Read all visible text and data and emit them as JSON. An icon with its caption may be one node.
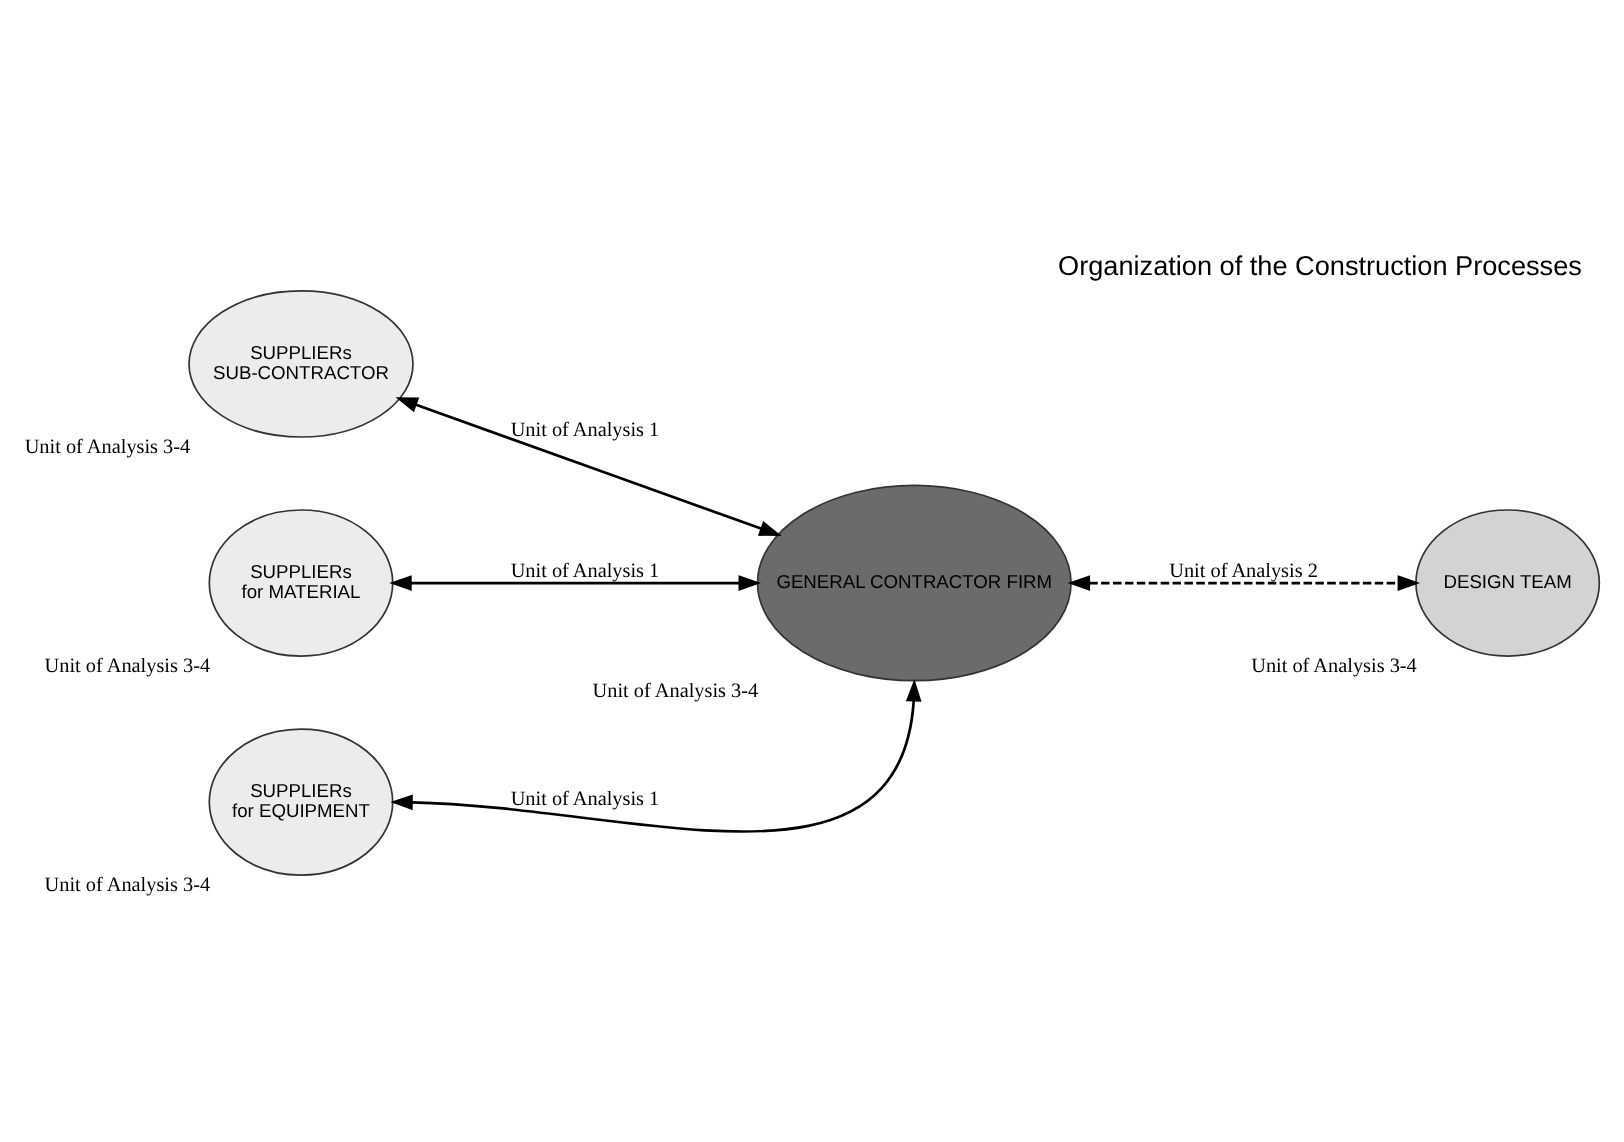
{
  "diagram": {
    "title": "Organization of the Construction Processes",
    "nodes": [
      {
        "text": [
          "SUPPLIERs",
          "SUB-CONTRACTOR"
        ],
        "beside": [
          "Unit of Analysis 3-4"
        ]
      },
      {
        "text": [
          "SUPPLIERs",
          "for MATERIAL"
        ],
        "beside": [
          "Unit of Analysis 3-4"
        ]
      },
      {
        "text": [
          "GENERAL CONTRACTOR FIRM"
        ],
        "beside": [
          "Unit of Analysis 3-4"
        ]
      },
      {
        "text": [
          "DESIGN TEAM"
        ],
        "beside": [
          "Unit of Analysis 3-4"
        ]
      },
      {
        "text": [
          "SUPPLIERs",
          "for EQUIPMENT"
        ],
        "beside": [
          "Unit of Analysis 3-4"
        ]
      }
    ],
    "edges": [
      {
        "from": 0,
        "to": 2,
        "arrow": "both",
        "label": "Unit of Analysis 1"
      },
      {
        "from": 1,
        "to": 2,
        "arrow": "both",
        "label": "Unit of Analysis 1"
      },
      {
        "from": 2,
        "to": 3,
        "arrow": "both",
        "label": "Unit of Analysis 2",
        "style": "dashed"
      },
      {
        "from": 4,
        "to": 2,
        "arrow": "both",
        "label": "Unit of Analysis 1"
      }
    ]
  }
}
